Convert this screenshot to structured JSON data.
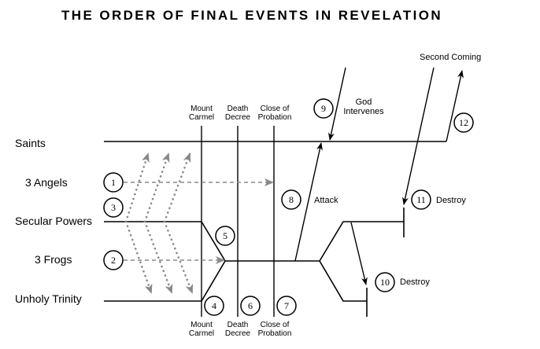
{
  "title": "THE ORDER OF FINAL EVENTS IN REVELATION",
  "rows": {
    "saints": "Saints",
    "angels": "3 Angels",
    "secular": "Secular Powers",
    "frogs": "3 Frogs",
    "trinity": "Unholy Trinity"
  },
  "milestones": {
    "mount_carmel": [
      "Mount",
      "Carmel"
    ],
    "death_decree": [
      "Death",
      "Decree"
    ],
    "close_probation": [
      "Close of",
      "Probation"
    ]
  },
  "events": {
    "god_intervenes": [
      "God",
      "Intervenes"
    ],
    "attack": "Attack",
    "destroy_11": "Destroy",
    "destroy_10": "Destroy",
    "second_coming": "Second Coming"
  },
  "markers": [
    "1",
    "2",
    "3",
    "4",
    "5",
    "6",
    "7",
    "8",
    "9",
    "10",
    "11",
    "12"
  ],
  "colors": {
    "line": "#000000",
    "dotted": "#888888"
  }
}
